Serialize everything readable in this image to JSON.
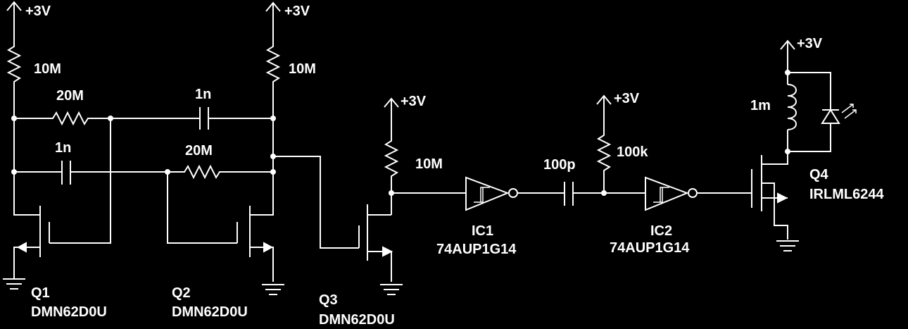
{
  "colors": {
    "background": "#000000",
    "ink": "#ffffff"
  },
  "supplies": {
    "vdd": "+3V"
  },
  "resistors": {
    "r1": "10M",
    "r2": "20M",
    "r3": "10M",
    "r4": "20M",
    "r5": "10M",
    "r6": "100k"
  },
  "capacitors": {
    "c1": "1n",
    "c2": "1n",
    "c3": "100p"
  },
  "inductor": {
    "l1": "1m"
  },
  "transistors": {
    "q1": {
      "ref": "Q1",
      "part": "DMN62D0U"
    },
    "q2": {
      "ref": "Q2",
      "part": "DMN62D0U"
    },
    "q3": {
      "ref": "Q3",
      "part": "DMN62D0U"
    },
    "q4": {
      "ref": "Q4",
      "part": "IRLML6244"
    }
  },
  "ics": {
    "ic1": {
      "ref": "IC1",
      "part": "74AUP1G14"
    },
    "ic2": {
      "ref": "IC2",
      "part": "74AUP1G14"
    }
  },
  "icons": [
    "supply-arrow-icon",
    "ground-icon",
    "resistor-icon",
    "capacitor-icon",
    "inductor-icon",
    "led-icon",
    "nmos-icon",
    "schmitt-inverter-icon"
  ]
}
